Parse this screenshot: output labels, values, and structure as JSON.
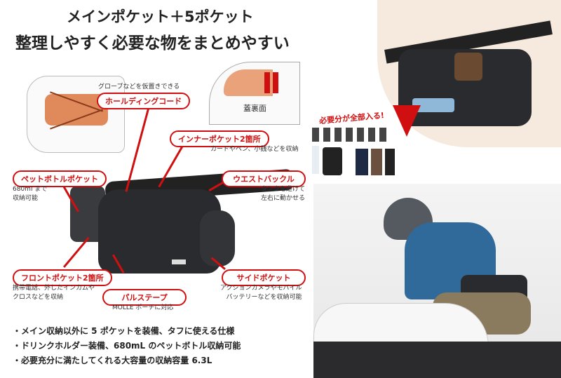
{
  "headline": {
    "line1": "メインポケット＋5ポケット",
    "line2": "整理しやすく必要な物をまとめやすい"
  },
  "features": [
    {
      "label": "ホールディングコード",
      "note": "グローブなどを仮置きできる"
    },
    {
      "label": "インナーポケット2箇所",
      "note": "カードやペン、小銭などを収納"
    },
    {
      "label": "ペットボトルポケット",
      "note": "680ml まで\n収納可能"
    },
    {
      "label": "ウエストバックル",
      "note": "タンクを避けて\n左右に動かせる"
    },
    {
      "label": "フロントポケット2箇所",
      "note": "携帯電話、外したインカムや\nクロスなどを収納"
    },
    {
      "label": "パルステープ",
      "note": "MOLLE ポーチに対応"
    },
    {
      "label": "サイドポケット",
      "note": "アクションカメラやモバイル\nバッテリーなどを収納可能"
    }
  ],
  "lid_caption": "蓋裏面",
  "contents_caption": "必要分が全部入る!",
  "bullets": [
    "・メイン収納以外に 5 ポケットを装備、タフに使える仕様",
    "・ドリンクホルダー装備、680mL のペットボトル収納可能",
    "・必要充分に満たしてくれる大容量の収納容量 6.3L"
  ],
  "colors": {
    "accent": "#d01010",
    "bag": "#2a2b2e",
    "jacket": "#2f6a9a"
  }
}
